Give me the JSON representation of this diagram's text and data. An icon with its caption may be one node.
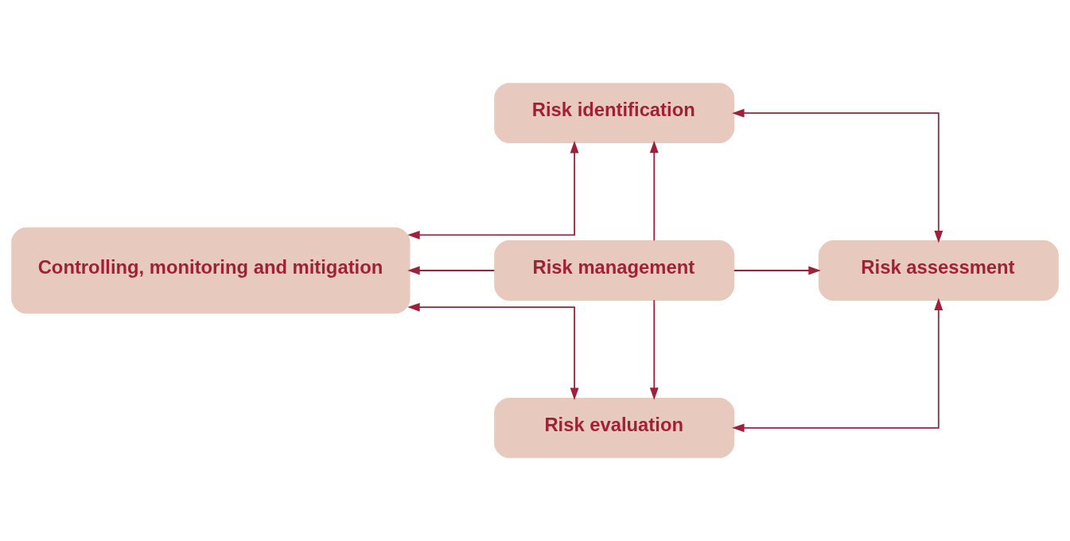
{
  "diagram": {
    "nodes": [
      {
        "text": [
          "Risk identification"
        ]
      },
      {
        "text": [
          "Controlling, monitoring and mitigation"
        ]
      },
      {
        "text": [
          "Risk management"
        ]
      },
      {
        "text": [
          "Risk assessment"
        ]
      },
      {
        "text": [
          "Risk evaluation"
        ]
      }
    ],
    "edges": [
      {
        "from": 1,
        "to": 0,
        "arrow": "both"
      },
      {
        "from": 0,
        "to": 3,
        "arrow": "both"
      },
      {
        "from": 3,
        "to": 4,
        "arrow": "both"
      },
      {
        "from": 4,
        "to": 1,
        "arrow": "both"
      },
      {
        "from": 2,
        "to": 0,
        "arrow": "to"
      },
      {
        "from": 2,
        "to": 1,
        "arrow": "to"
      },
      {
        "from": 2,
        "to": 3,
        "arrow": "to"
      },
      {
        "from": 2,
        "to": 4,
        "arrow": "to"
      }
    ]
  }
}
